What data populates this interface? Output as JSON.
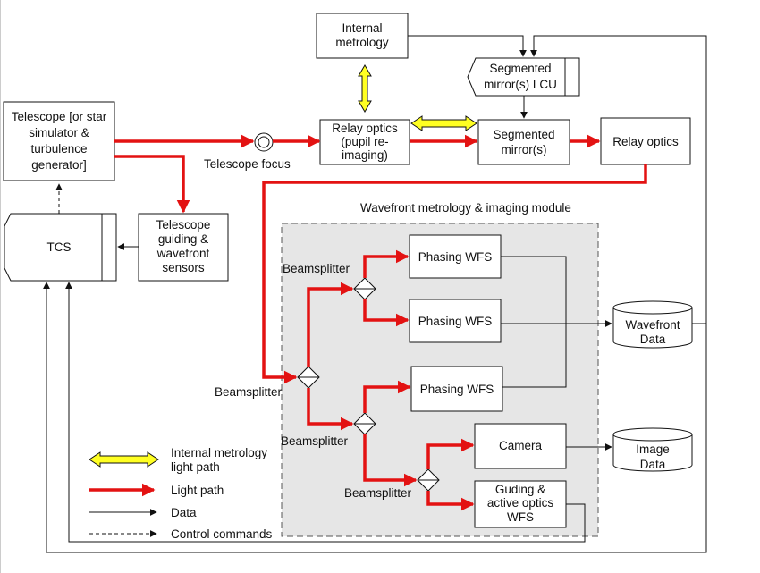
{
  "boxes": {
    "internal_metrology": [
      "Internal",
      "metrology"
    ],
    "segmented_lcu": [
      "Segmented",
      "mirror(s) LCU"
    ],
    "telescope": [
      "Telescope [or star",
      "simulator &",
      "turbulence",
      "generator]"
    ],
    "relay_pupil": [
      "Relay optics",
      "(pupil re-",
      "imaging)"
    ],
    "segmented_mirrors": [
      "Segmented",
      "mirror(s)"
    ],
    "relay_optics": "Relay optics",
    "tcs": "TCS",
    "guiding_sensors": [
      "Telescope",
      "guiding &",
      "wavefront",
      "sensors"
    ],
    "phasing_wfs_1": "Phasing WFS",
    "phasing_wfs_2": "Phasing WFS",
    "phasing_wfs_3": "Phasing WFS",
    "camera": "Camera",
    "guiding_active_wfs": [
      "Guding &",
      "active optics",
      "WFS"
    ]
  },
  "labels": {
    "telescope_focus": "Telescope focus",
    "module_title": "Wavefront metrology & imaging  module",
    "beamsplitter_top": "Beamsplitter",
    "beamsplitter_main": "Beamsplitter",
    "beamsplitter_mid": "Beamsplitter",
    "beamsplitter_low": "Beamsplitter"
  },
  "databases": {
    "wavefront": [
      "Wavefront",
      "Data"
    ],
    "image": [
      "Image",
      "Data"
    ]
  },
  "legend": {
    "internal_metrology": [
      "Internal metrology",
      "light path"
    ],
    "light_path": "Light path",
    "data": "Data",
    "control_commands": "Control commands"
  },
  "colors": {
    "light_path": "#e31212",
    "metrology_path": "#ffff22",
    "module_background": "#e6e6e6"
  }
}
